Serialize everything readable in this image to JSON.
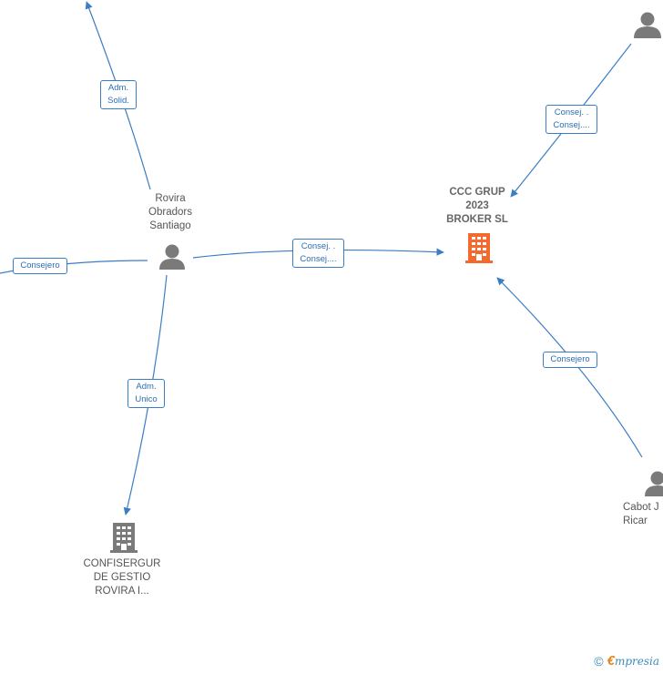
{
  "nodes": {
    "ccc": {
      "label": "CCC GRUP\n2023\nBROKER  SL",
      "color": "#f26a2e"
    },
    "rovira": {
      "label": "Rovira\nObradors\nSantiago",
      "color": "#7a7a7a"
    },
    "confisergur": {
      "label": "CONFISERGUR\nDE GESTIO\nROVIRA I...",
      "color": "#7a7a7a"
    },
    "cabot": {
      "label": "Cabot J\nRicar",
      "color": "#7a7a7a"
    },
    "topright": {
      "label": "",
      "color": "#7a7a7a"
    }
  },
  "edges": {
    "rovira_top": "Adm.\nSolid.",
    "topright_ccc": "Consej. .\nConsej....",
    "rovira_ccc": "Consej. .\nConsej....",
    "left_rovira": "Consejero",
    "rovira_confisergur": "Adm.\nUnico",
    "cabot_ccc": "Consejero"
  },
  "colors": {
    "edge": "#3b7dc4"
  },
  "footer": {
    "copyright": "©",
    "brand_initial": "€",
    "brand_rest": "mpresia"
  }
}
